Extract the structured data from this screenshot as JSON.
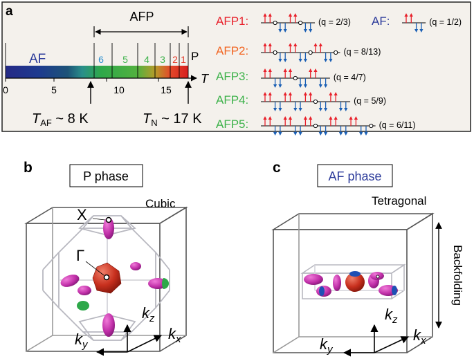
{
  "panels": {
    "a": {
      "label": "a",
      "afp_title": "AFP",
      "phase_af": "AF",
      "phase_p": "P",
      "axis_var": "T",
      "ticks": [
        "0",
        "5",
        "10",
        "15"
      ],
      "region_numbers": [
        {
          "text": "6",
          "color": "#2a8fd0"
        },
        {
          "text": "5",
          "color": "#3db24a"
        },
        {
          "text": "4",
          "color": "#3db24a"
        },
        {
          "text": "3",
          "color": "#3db24a"
        },
        {
          "text": "2",
          "color": "#e23a2a"
        },
        {
          "text": "1",
          "color": "#e23a2a"
        }
      ],
      "t_af": {
        "sym": "T",
        "sub": "AF",
        "rest": " ~ 8 K"
      },
      "t_n": {
        "sym": "T",
        "sub": "N",
        "rest": " ~ 17 K"
      },
      "sequences": [
        {
          "name": "AFP1:",
          "q": "(q = 2/3)",
          "color": "#e8202a",
          "pattern": "UUoDDUUoDD"
        },
        {
          "name": "AF:",
          "q": "(q = 1/2)",
          "color": "#2b3a9a",
          "pattern": "UUDD"
        },
        {
          "name": "AFP2:",
          "q": "(q = 8/13)",
          "color": "#f26522",
          "pattern": "UUoDDUUDDoUUDDo"
        },
        {
          "name": "AFP3:",
          "q": "(q = 4/7)",
          "color": "#3db24a",
          "pattern": "UUDDUUoDDUUDD"
        },
        {
          "name": "AFP4:",
          "q": "(q = 5/9)",
          "color": "#3db24a",
          "pattern": "UUDDUUDDUUoDDUUDD"
        },
        {
          "name": "AFP5:",
          "q": "(q = 6/11)",
          "color": "#3db24a",
          "pattern": "UUDDUUDDUUoDDUUDDUUDDo"
        }
      ],
      "colors": {
        "arrow_up": "#e8202a",
        "arrow_down": "#1a5fb4",
        "box_bg": "#f4f1ec"
      }
    },
    "b": {
      "label": "b",
      "box_title": "P phase",
      "lattice": "Cubic",
      "point_x": "X",
      "point_gamma": "Γ",
      "kz": {
        "k": "k",
        "sub": "z"
      },
      "kx": {
        "k": "k",
        "sub": "x"
      },
      "ky": {
        "k": "k",
        "sub": "y"
      }
    },
    "c": {
      "label": "c",
      "box_title": "AF phase",
      "box_title_color": "#2b3a9a",
      "lattice": "Tetragonal",
      "side_label": "Backfolding",
      "kz": {
        "k": "k",
        "sub": "z"
      },
      "kx": {
        "k": "k",
        "sub": "x"
      },
      "ky": {
        "k": "k",
        "sub": "y"
      }
    }
  },
  "colors": {
    "fermi_magenta": "#c02fa8",
    "fermi_red": "#c8301e",
    "fermi_green": "#2ea84a",
    "fermi_blue": "#1e50b4",
    "cube_line": "#555555",
    "bz_line": "#b8b8c0"
  }
}
